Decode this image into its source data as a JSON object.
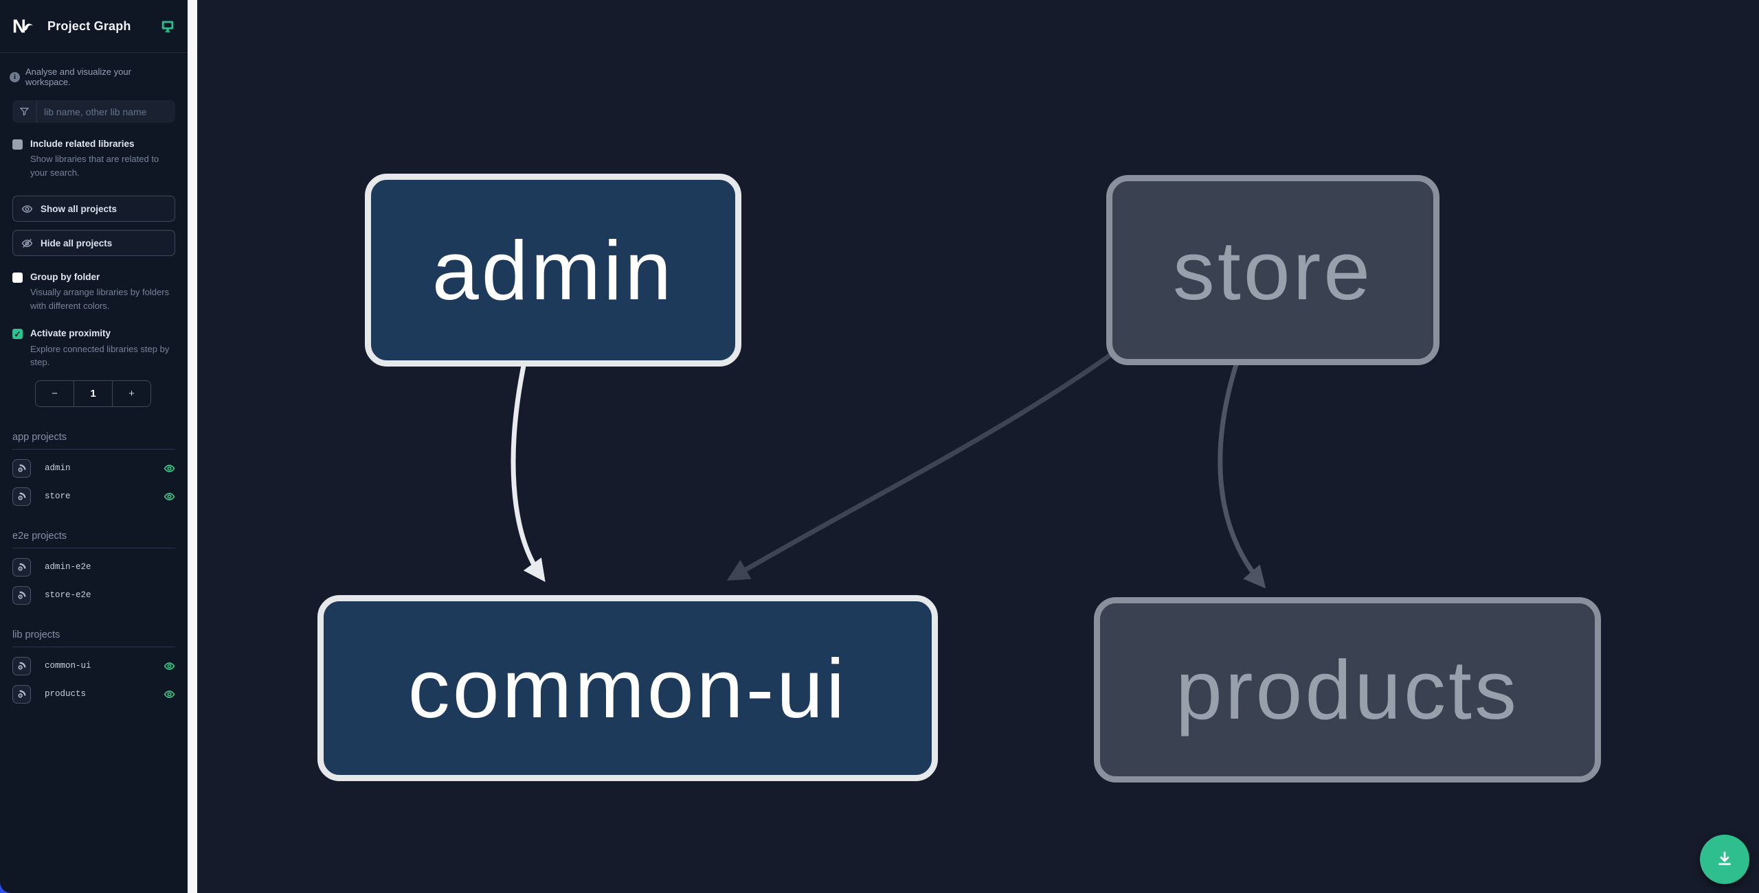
{
  "header": {
    "title": "Project Graph"
  },
  "sidebar": {
    "tagline": "Analyse and visualize your workspace.",
    "filter_placeholder": "lib name, other lib name",
    "filter_value": "",
    "checkboxes": [
      {
        "label": "Include related libraries",
        "description": "Show libraries that are related to your search.",
        "checked": false
      },
      {
        "label": "Group by folder",
        "description": "Visually arrange libraries by folders with different colors.",
        "checked": false
      },
      {
        "label": "Activate proximity",
        "description": "Explore connected libraries step by step.",
        "checked": true
      }
    ],
    "buttons": [
      {
        "label": "Show all projects"
      },
      {
        "label": "Hide all projects"
      }
    ],
    "stepper": {
      "minus": "−",
      "value": "1",
      "plus": "+"
    },
    "sections": [
      {
        "title": "app projects",
        "items": [
          {
            "name": "admin",
            "visible": true
          },
          {
            "name": "store",
            "visible": true
          }
        ]
      },
      {
        "title": "e2e projects",
        "items": [
          {
            "name": "admin-e2e",
            "visible": false
          },
          {
            "name": "store-e2e",
            "visible": false
          }
        ]
      },
      {
        "title": "lib projects",
        "items": [
          {
            "name": "common-ui",
            "visible": true
          },
          {
            "name": "products",
            "visible": true
          }
        ]
      }
    ]
  },
  "graph": {
    "nodes": [
      {
        "id": "admin",
        "label": "admin",
        "state": "focused"
      },
      {
        "id": "store",
        "label": "store",
        "state": "faded"
      },
      {
        "id": "common-ui",
        "label": "common-ui",
        "state": "focused"
      },
      {
        "id": "products",
        "label": "products",
        "state": "faded"
      }
    ],
    "edges": [
      {
        "source": "admin",
        "target": "common-ui",
        "state": "highlighted"
      },
      {
        "source": "store",
        "target": "common-ui",
        "state": "faded"
      },
      {
        "source": "store",
        "target": "products",
        "state": "faded"
      }
    ]
  },
  "icons": {
    "checkmark": "✓",
    "info": "i"
  },
  "colors": {
    "canvas_bg": "#151b2a",
    "sidebar_bg": "#0f1624",
    "focused_node_fill": "#1e3a5a",
    "focused_node_border": "#e6e8ea",
    "faded_node_fill": "#3a4150",
    "faded_node_border": "#8a919c",
    "edge_highlight": "#e9ebee",
    "edge_faded": "#3d4555",
    "accent_green": "#3ecf8e",
    "fab_teal": "#2fbe8e"
  }
}
